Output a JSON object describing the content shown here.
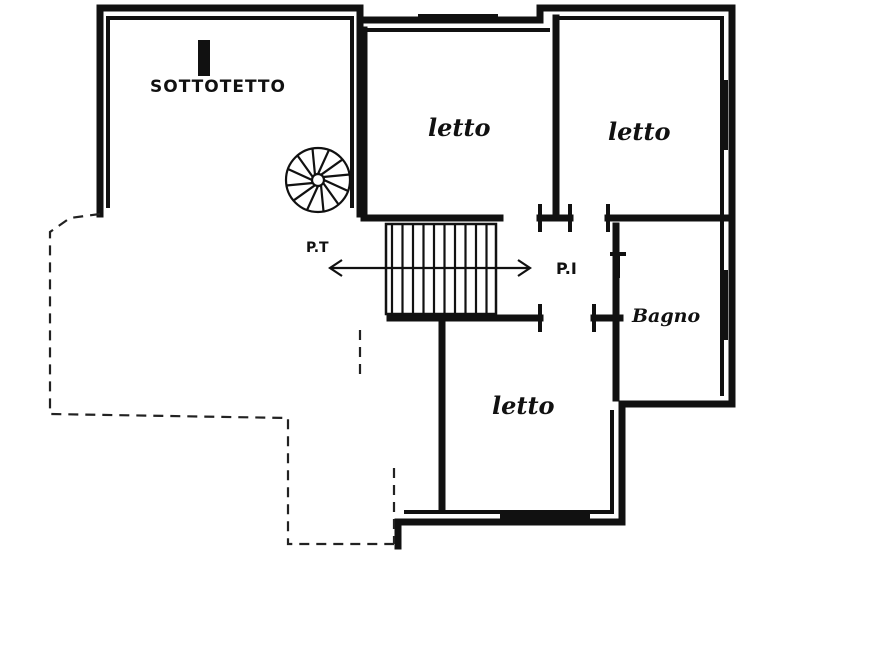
{
  "rooms": {
    "sottotetto": "SOTTOTETTO",
    "letto_center": "letto",
    "letto_right": "letto",
    "letto_bottom": "letto",
    "bagno": "Bagno"
  },
  "markers": {
    "pt": "P.T",
    "p1": "P.I"
  },
  "colors": {
    "wall": "#111111",
    "background": "#ffffff"
  }
}
